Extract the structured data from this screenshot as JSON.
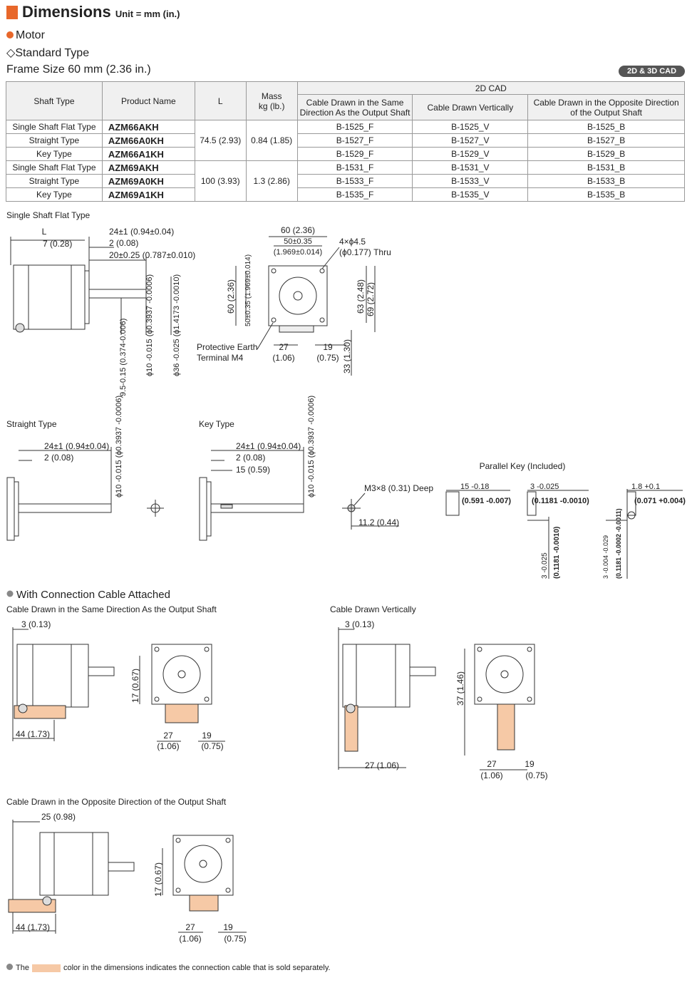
{
  "header": {
    "title": "Dimensions",
    "unit": "Unit = mm (in.)"
  },
  "motor_heading": "Motor",
  "standard_type_heading": "Standard Type",
  "frame_size": "Frame Size 60 mm (2.36 in.)",
  "cad_badge": "2D & 3D CAD",
  "table": {
    "headers": {
      "shaft_type": "Shaft Type",
      "product_name": "Product Name",
      "L": "L",
      "mass": "Mass",
      "mass_unit": "kg (lb.)",
      "cad": "2D CAD",
      "cad_same": "Cable Drawn in the Same Direction As the Output Shaft",
      "cad_vertical": "Cable Drawn Vertically",
      "cad_opposite": "Cable Drawn in the Opposite Direction of the Output Shaft"
    },
    "groups": [
      {
        "L": "74.5 (2.93)",
        "mass": "0.84 (1.85)",
        "rows": [
          {
            "shaft": "Single Shaft Flat Type",
            "product": "AZM66AKH",
            "f": "B-1525_F",
            "v": "B-1525_V",
            "b": "B-1525_B"
          },
          {
            "shaft": "Straight Type",
            "product": "AZM66A0KH",
            "f": "B-1527_F",
            "v": "B-1527_V",
            "b": "B-1527_B"
          },
          {
            "shaft": "Key Type",
            "product": "AZM66A1KH",
            "f": "B-1529_F",
            "v": "B-1529_V",
            "b": "B-1529_B"
          }
        ]
      },
      {
        "L": "100 (3.93)",
        "mass": "1.3 (2.86)",
        "rows": [
          {
            "shaft": "Single Shaft Flat Type",
            "product": "AZM69AKH",
            "f": "B-1531_F",
            "v": "B-1531_V",
            "b": "B-1531_B"
          },
          {
            "shaft": "Straight Type",
            "product": "AZM69A0KH",
            "f": "B-1533_F",
            "v": "B-1533_V",
            "b": "B-1533_B"
          },
          {
            "shaft": "Key Type",
            "product": "AZM69A1KH",
            "f": "B-1535_F",
            "v": "B-1535_V",
            "b": "B-1535_B"
          }
        ]
      }
    ]
  },
  "drawings": {
    "single_flat": {
      "title": "Single Shaft Flat Type",
      "L": "L",
      "d7": "7 (0.28)",
      "d24": "24±1 (0.94±0.04)",
      "d2": "2 (0.08)",
      "d20": "20±0.25 (0.787±0.010)",
      "v95": "9.5-0.15 (0.374-0.006)",
      "v10": "ϕ10 -0.015 (ϕ0.3937 -0.0006)",
      "v36": "ϕ36 -0.025 (ϕ1.4173 -0.0010)",
      "earth1": "Protective Earth",
      "earth2": "Terminal M4",
      "f60": "60 (2.36)",
      "f50": "50±0.35",
      "f1969": "(1.969±0.014)",
      "hole1": "4×ϕ4.5",
      "hole2": "(ϕ0.177) Thru",
      "v60": "60 (2.36)",
      "v50": "50±0.35 (1.969±0.014)",
      "v63": "63 (2.48)",
      "v69": "69 (2.72)",
      "b27": "27",
      "b27in": "(1.06)",
      "b19": "19",
      "b19in": "(0.75)",
      "b33": "33 (1.30)"
    },
    "straight": {
      "title": "Straight Type",
      "d24": "24±1 (0.94±0.04)",
      "d2": "2 (0.08)",
      "v10": "ϕ10 -0.015 (ϕ0.3937 -0.0006)"
    },
    "key": {
      "title": "Key Type",
      "d24": "24±1 (0.94±0.04)",
      "d2": "2 (0.08)",
      "d15": "15 (0.59)",
      "v10": "ϕ10 -0.015 (ϕ0.3937 -0.0006)",
      "m3": "M3×8 (0.31) Deep",
      "d112": "11.2 (0.44)"
    },
    "parallel_key": {
      "title": "Parallel Key (Included)",
      "k15": "15 -0.18",
      "k0591": "(0.591 -0.007)",
      "k3": "3 -0.025",
      "k01181": "(0.1181 -0.0010)",
      "k3v": "3 -0.025",
      "k01181v": "(0.1181 -0.0010)",
      "k18": "1.8 +0.1",
      "k0071": "(0.071 +0.004)",
      "k3v2": "3 -0.004 -0.029",
      "k01181v2": "(0.1181 -0.0002 -0.0011)"
    },
    "with_cable_heading": "With Connection Cable Attached",
    "cable_same": {
      "title": "Cable Drawn in the Same Direction As the Output Shaft",
      "d3": "3 (0.13)",
      "d44": "44 (1.73)",
      "v17": "17 (0.67)",
      "b27": "27",
      "b27in": "(1.06)",
      "b19": "19",
      "b19in": "(0.75)"
    },
    "cable_vert": {
      "title": "Cable Drawn Vertically",
      "d3": "3 (0.13)",
      "d27": "27 (1.06)",
      "v37": "37 (1.46)",
      "b27": "27",
      "b27in": "(1.06)",
      "b19": "19",
      "b19in": "(0.75)"
    },
    "cable_opp": {
      "title": "Cable Drawn in the Opposite Direction of the Output Shaft",
      "d25": "25 (0.98)",
      "d44": "44 (1.73)",
      "v17": "17 (0.67)",
      "b27": "27",
      "b27in": "(1.06)",
      "b19": "19",
      "b19in": "(0.75)"
    }
  },
  "footnote": {
    "before": "The",
    "after": "color in the dimensions indicates the connection cable that is sold separately."
  },
  "colors": {
    "accent": "#e8672a",
    "cable": "#f6c9a6"
  }
}
